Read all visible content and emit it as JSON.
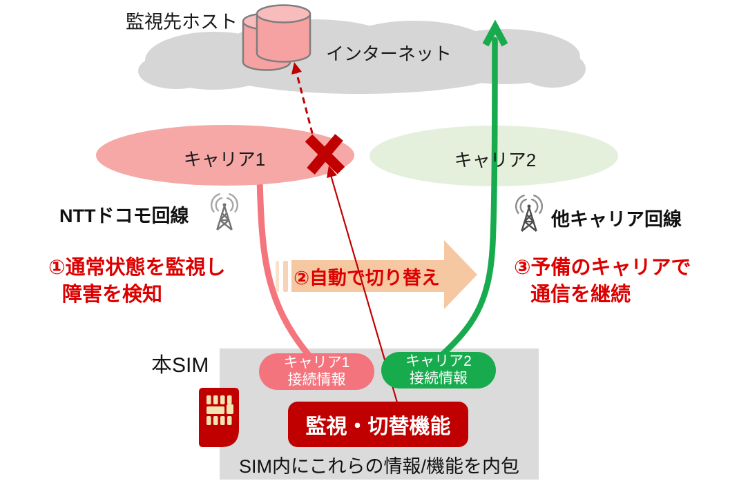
{
  "diagram": {
    "host_label": "監視先ホスト",
    "cloud_label": "インターネット",
    "carrier1_label": "キャリア1",
    "carrier2_label": "キャリア2",
    "left_line_label": "NTTドコモ回線",
    "right_line_label": "他キャリア回線"
  },
  "steps": {
    "step1_line1": "①通常状態を監視し",
    "step1_line2": "障害を検知",
    "step2_label": "②自動で切り替え",
    "step3_line1": "③予備のキャリアで",
    "step3_line2": "通信を継続"
  },
  "sim": {
    "label": "本SIM",
    "pill1_line1": "キャリア1",
    "pill1_line2": "接続情報",
    "pill2_line1": "キャリア2",
    "pill2_line2": "接続情報",
    "function_label": "監視・切替機能",
    "caption": "SIM内にこれらの情報/機能を内包"
  },
  "icons": {
    "database": "database-cylinders-icon",
    "cloud": "internet-cloud-shape",
    "antenna_left": "radio-tower-icon",
    "antenna_right": "radio-tower-icon",
    "cross": "failure-x-icon",
    "sim_card": "sim-card-icon"
  },
  "colors": {
    "carrier1_fill": "#F5A8A5",
    "carrier2_fill": "#E4F0DB",
    "pink_line": "#F4757D",
    "green": "#17AB4E",
    "dark_red": "#C00000",
    "red_text": "#DC0000",
    "orange_arrow": "#F5C8A2",
    "cloud_gray": "#D6D6D6",
    "box_gray": "#DBDBDB",
    "pill_pink": "#F4747E",
    "chip_gold": "#F0E4B2"
  }
}
